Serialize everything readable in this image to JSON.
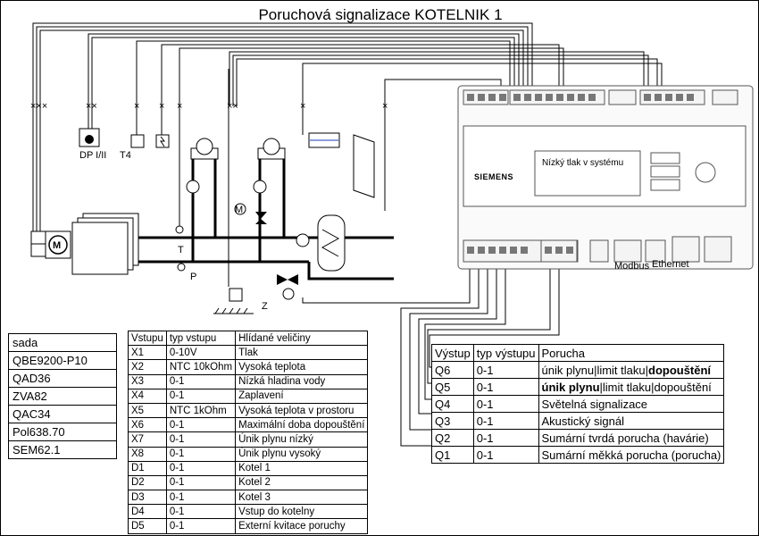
{
  "title": "Poruchová signalizace KOTELNIK 1",
  "controller": {
    "brand": "SIEMENS",
    "display_text": "Nízký tlak v systému",
    "port_labels": {
      "modbus": "Modbus",
      "ethernet": "Ethernet"
    }
  },
  "diagram_labels": {
    "dp": "DP I/II",
    "t4": "T4",
    "t": "T",
    "p": "P",
    "z": "Z",
    "m": "M"
  },
  "sets": {
    "header": "sada",
    "items": [
      "QBE9200-P10",
      "QAD36",
      "ZVA82",
      "QAC34",
      "Pol638.70",
      "SEM62.1"
    ]
  },
  "inputs_table": {
    "headers": [
      "Vstupu",
      "typ vstupu",
      "Hlídané veličiny"
    ],
    "rows": [
      [
        "X1",
        "0-10V",
        "Tlak"
      ],
      [
        "X2",
        "NTC 10kOhm",
        "Vysoká teplota"
      ],
      [
        "X3",
        "0-1",
        "Nízká hladina vody"
      ],
      [
        "X4",
        "0-1",
        "Zaplavení"
      ],
      [
        "X5",
        "NTC 1kOhm",
        "Vysoká teplota v prostoru"
      ],
      [
        "X6",
        "0-1",
        "Maximální doba dopouštění"
      ],
      [
        "X7",
        "0-1",
        "Únik plynu nízký"
      ],
      [
        "X8",
        "0-1",
        "Únik plynu vysoký"
      ],
      [
        "D1",
        "0-1",
        "Kotel 1"
      ],
      [
        "D2",
        "0-1",
        "Kotel 2"
      ],
      [
        "D3",
        "0-1",
        "Kotel 3"
      ],
      [
        "D4",
        "0-1",
        "Vstup do kotelny"
      ],
      [
        "D5",
        "0-1",
        "Externí kvitace poruchy"
      ]
    ]
  },
  "outputs_table": {
    "headers": [
      "Výstup",
      "typ výstupu",
      "Porucha"
    ],
    "rows": [
      {
        "out": "Q6",
        "type": "0-1",
        "desc": [
          {
            "t": "únik plynu",
            "b": false
          },
          {
            "t": "|limit tlaku|",
            "b": false
          },
          {
            "t": "dopouštění",
            "b": true
          }
        ]
      },
      {
        "out": "Q5",
        "type": "0-1",
        "desc": [
          {
            "t": "únik plynu",
            "b": true
          },
          {
            "t": "|limit tlaku|",
            "b": false
          },
          {
            "t": "dopouštění",
            "b": false
          }
        ]
      },
      {
        "out": "Q4",
        "type": "0-1",
        "desc": [
          {
            "t": "Světelná signalizace",
            "b": false
          }
        ]
      },
      {
        "out": "Q3",
        "type": "0-1",
        "desc": [
          {
            "t": "Akustický signál",
            "b": false
          }
        ]
      },
      {
        "out": "Q2",
        "type": "0-1",
        "desc": [
          {
            "t": "Sumární tvrdá porucha (havárie)",
            "b": false
          }
        ]
      },
      {
        "out": "Q1",
        "type": "0-1",
        "desc": [
          {
            "t": "Sumární měkká porucha (porucha)",
            "b": false
          }
        ]
      }
    ]
  }
}
